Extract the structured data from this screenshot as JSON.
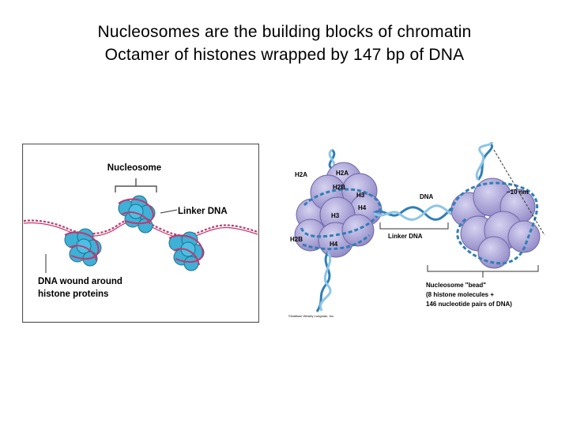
{
  "slide": {
    "title_line1": "Nucleosomes are the building blocks of chromatin",
    "title_line2": "Octamer of histones wrapped by 147 bp of DNA"
  },
  "left_figure": {
    "label_nucleosome": "Nucleosome",
    "label_linker": "Linker DNA",
    "label_wound_line1": "DNA wound around",
    "label_wound_line2": "histone proteins",
    "colors": {
      "dna": "#c0396f",
      "histone": "#3fb0d6",
      "histone_dark": "#1f6f8f",
      "frame": "#555555"
    }
  },
  "right_figure": {
    "labels": {
      "h2a_left": "H2A",
      "h2a_right": "H2A",
      "h2b_top": "H2B",
      "h3_right": "H3",
      "h4_right": "H4",
      "h3_center": "H3",
      "h2b_left": "H2B",
      "h4_bottom": "H4",
      "dna": "DNA",
      "linker_dna": "Linker DNA",
      "size": "~10 nm",
      "bead_line1": "Nucleosome \"bead\"",
      "bead_line2": "(8 histone molecules +",
      "bead_line3": "146 nucleotide pairs of DNA)",
      "copyright": "©Addison Wesley Longman, Inc."
    },
    "colors": {
      "histone": "#a9a3d6",
      "histone_edge": "#6f68a8",
      "dna": "#2f7fb5",
      "dna_light": "#8ec5e8"
    }
  }
}
